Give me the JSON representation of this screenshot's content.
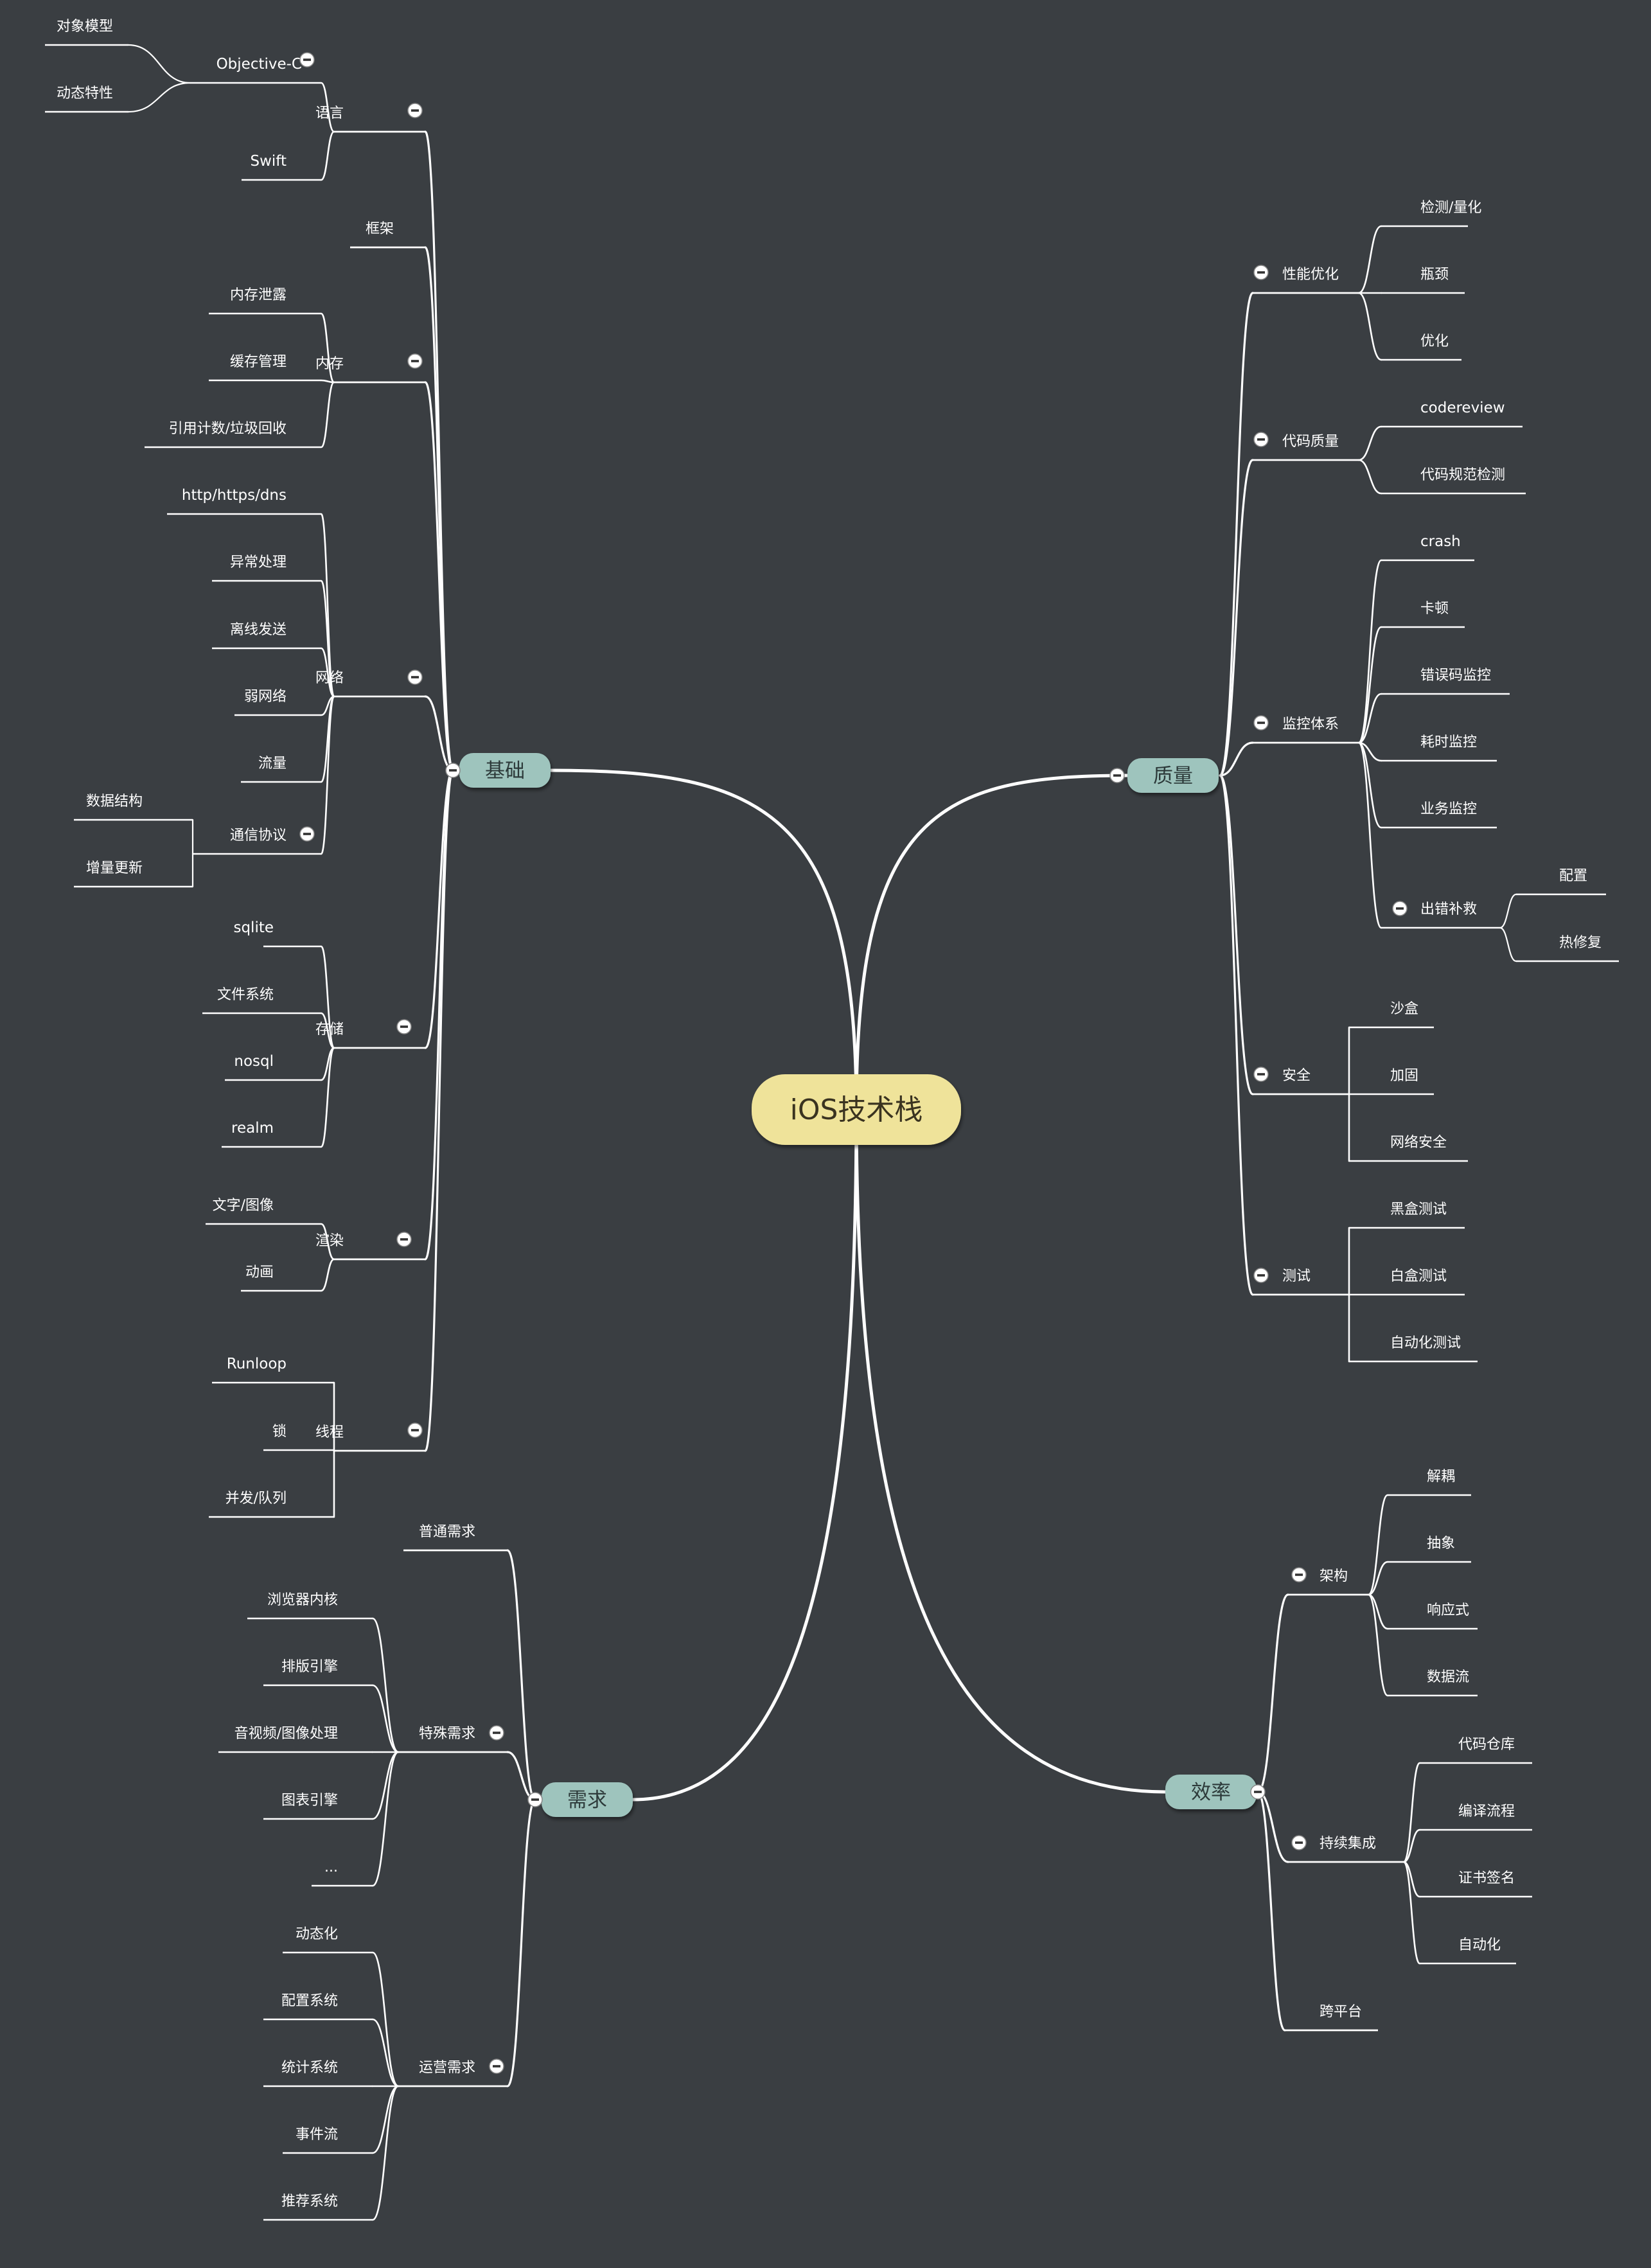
{
  "root": {
    "label": "iOS技术栈"
  },
  "branches": [
    {
      "id": "jichu",
      "label": "基础",
      "side": "left",
      "collapse_icon": "minus-circle-icon",
      "children": [
        {
          "label": "语言",
          "collapse_icon": "minus-circle-icon",
          "children": [
            {
              "label": "Objective-C",
              "collapse_icon": "minus-circle-icon",
              "children": [
                {
                  "label": "对象模型"
                },
                {
                  "label": "动态特性"
                }
              ]
            },
            {
              "label": "Swift"
            }
          ]
        },
        {
          "label": "框架"
        },
        {
          "label": "内存",
          "collapse_icon": "minus-circle-icon",
          "children": [
            {
              "label": "内存泄露"
            },
            {
              "label": "缓存管理"
            },
            {
              "label": "引用计数/垃圾回收"
            }
          ]
        },
        {
          "label": "网络",
          "collapse_icon": "minus-circle-icon",
          "children": [
            {
              "label": "http/https/dns"
            },
            {
              "label": "异常处理"
            },
            {
              "label": "离线发送"
            },
            {
              "label": "弱网络"
            },
            {
              "label": "流量"
            },
            {
              "label": "通信协议",
              "collapse_icon": "minus-circle-icon",
              "children": [
                {
                  "label": "数据结构"
                },
                {
                  "label": "增量更新"
                }
              ]
            }
          ]
        },
        {
          "label": "存储",
          "collapse_icon": "minus-circle-icon",
          "children": [
            {
              "label": "sqlite"
            },
            {
              "label": "文件系统"
            },
            {
              "label": "nosql"
            },
            {
              "label": "realm"
            }
          ]
        },
        {
          "label": "渲染",
          "collapse_icon": "minus-circle-icon",
          "children": [
            {
              "label": "文字/图像"
            },
            {
              "label": "动画"
            }
          ]
        },
        {
          "label": "线程",
          "collapse_icon": "minus-circle-icon",
          "children": [
            {
              "label": "Runloop"
            },
            {
              "label": "锁"
            },
            {
              "label": "并发/队列"
            }
          ]
        }
      ]
    },
    {
      "id": "xuqiu",
      "label": "需求",
      "side": "left",
      "collapse_icon": "minus-circle-icon",
      "children": [
        {
          "label": "普通需求"
        },
        {
          "label": "特殊需求",
          "collapse_icon": "minus-circle-icon",
          "children": [
            {
              "label": "浏览器内核"
            },
            {
              "label": "排版引擎"
            },
            {
              "label": "音视频/图像处理"
            },
            {
              "label": "图表引擎"
            },
            {
              "label": "..."
            }
          ]
        },
        {
          "label": "运营需求",
          "collapse_icon": "minus-circle-icon",
          "children": [
            {
              "label": "动态化"
            },
            {
              "label": "配置系统"
            },
            {
              "label": "统计系统"
            },
            {
              "label": "事件流"
            },
            {
              "label": "推荐系统"
            }
          ]
        }
      ]
    },
    {
      "id": "zhiliang",
      "label": "质量",
      "side": "right",
      "collapse_icon": "minus-circle-icon",
      "children": [
        {
          "label": "性能优化",
          "collapse_icon": "minus-circle-icon",
          "children": [
            {
              "label": "检测/量化"
            },
            {
              "label": "瓶颈"
            },
            {
              "label": "优化"
            }
          ]
        },
        {
          "label": "代码质量",
          "collapse_icon": "minus-circle-icon",
          "children": [
            {
              "label": "codereview"
            },
            {
              "label": "代码规范检测"
            }
          ]
        },
        {
          "label": "监控体系",
          "collapse_icon": "minus-circle-icon",
          "children": [
            {
              "label": "crash"
            },
            {
              "label": "卡顿"
            },
            {
              "label": "错误码监控"
            },
            {
              "label": "耗时监控"
            },
            {
              "label": "业务监控"
            },
            {
              "label": "出错补救",
              "collapse_icon": "minus-circle-icon",
              "children": [
                {
                  "label": "配置"
                },
                {
                  "label": "热修复"
                }
              ]
            }
          ]
        },
        {
          "label": "安全",
          "collapse_icon": "minus-circle-icon",
          "children": [
            {
              "label": "沙盒"
            },
            {
              "label": "加固"
            },
            {
              "label": "网络安全"
            }
          ]
        },
        {
          "label": "测试",
          "collapse_icon": "minus-circle-icon",
          "children": [
            {
              "label": "黑盒测试"
            },
            {
              "label": "白盒测试"
            },
            {
              "label": "自动化测试"
            }
          ]
        }
      ]
    },
    {
      "id": "xiaolv",
      "label": "效率",
      "side": "right",
      "collapse_icon": "minus-circle-icon",
      "children": [
        {
          "label": "架构",
          "collapse_icon": "minus-circle-icon",
          "children": [
            {
              "label": "解耦"
            },
            {
              "label": "抽象"
            },
            {
              "label": "响应式"
            },
            {
              "label": "数据流"
            }
          ]
        },
        {
          "label": "持续集成",
          "collapse_icon": "minus-circle-icon",
          "children": [
            {
              "label": "代码仓库"
            },
            {
              "label": "编译流程"
            },
            {
              "label": "证书签名"
            },
            {
              "label": "自动化"
            }
          ]
        },
        {
          "label": "跨平台"
        }
      ]
    }
  ],
  "colors": {
    "background": "#3a3e42",
    "line": "#ffffff",
    "root_fill": "#efe39a",
    "branch_fill": "#9ec4bd",
    "text": "#ffffff"
  }
}
